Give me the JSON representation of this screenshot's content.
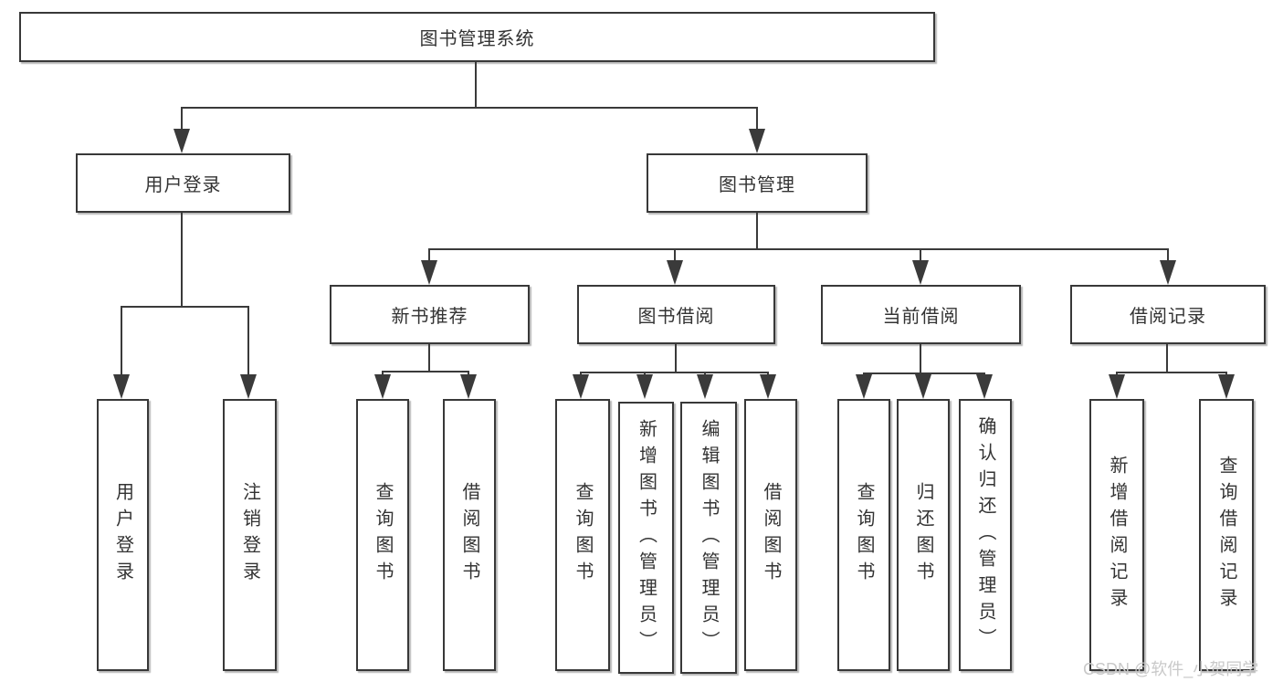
{
  "tree": {
    "label": "图书管理系统",
    "children": [
      {
        "label": "用户登录",
        "children": [
          {
            "label": "用户登录"
          },
          {
            "label": "注销登录"
          }
        ]
      },
      {
        "label": "图书管理",
        "children": [
          {
            "label": "新书推荐",
            "children": [
              {
                "label": "查询图书"
              },
              {
                "label": "借阅图书"
              }
            ]
          },
          {
            "label": "图书借阅",
            "children": [
              {
                "label": "查询图书"
              },
              {
                "label": "新增图书（管理员）"
              },
              {
                "label": "编辑图书（管理员）"
              },
              {
                "label": "借阅图书"
              }
            ]
          },
          {
            "label": "当前借阅",
            "children": [
              {
                "label": "查询图书"
              },
              {
                "label": "归还图书"
              },
              {
                "label": "确认归还（管理员）"
              }
            ]
          },
          {
            "label": "借阅记录",
            "children": [
              {
                "label": "新增借阅记录"
              },
              {
                "label": "查询借阅记录"
              }
            ]
          }
        ]
      }
    ]
  },
  "watermark": {
    "text": "CSDN @软件_小贺同学",
    "color": "#c9c9c9"
  },
  "colors": {
    "line": "#3a3a3a",
    "box_border": "#383838",
    "box_bg": "#ffffff",
    "text": "#333333"
  },
  "icons": {
    "arrowhead": "arrowhead-down"
  }
}
